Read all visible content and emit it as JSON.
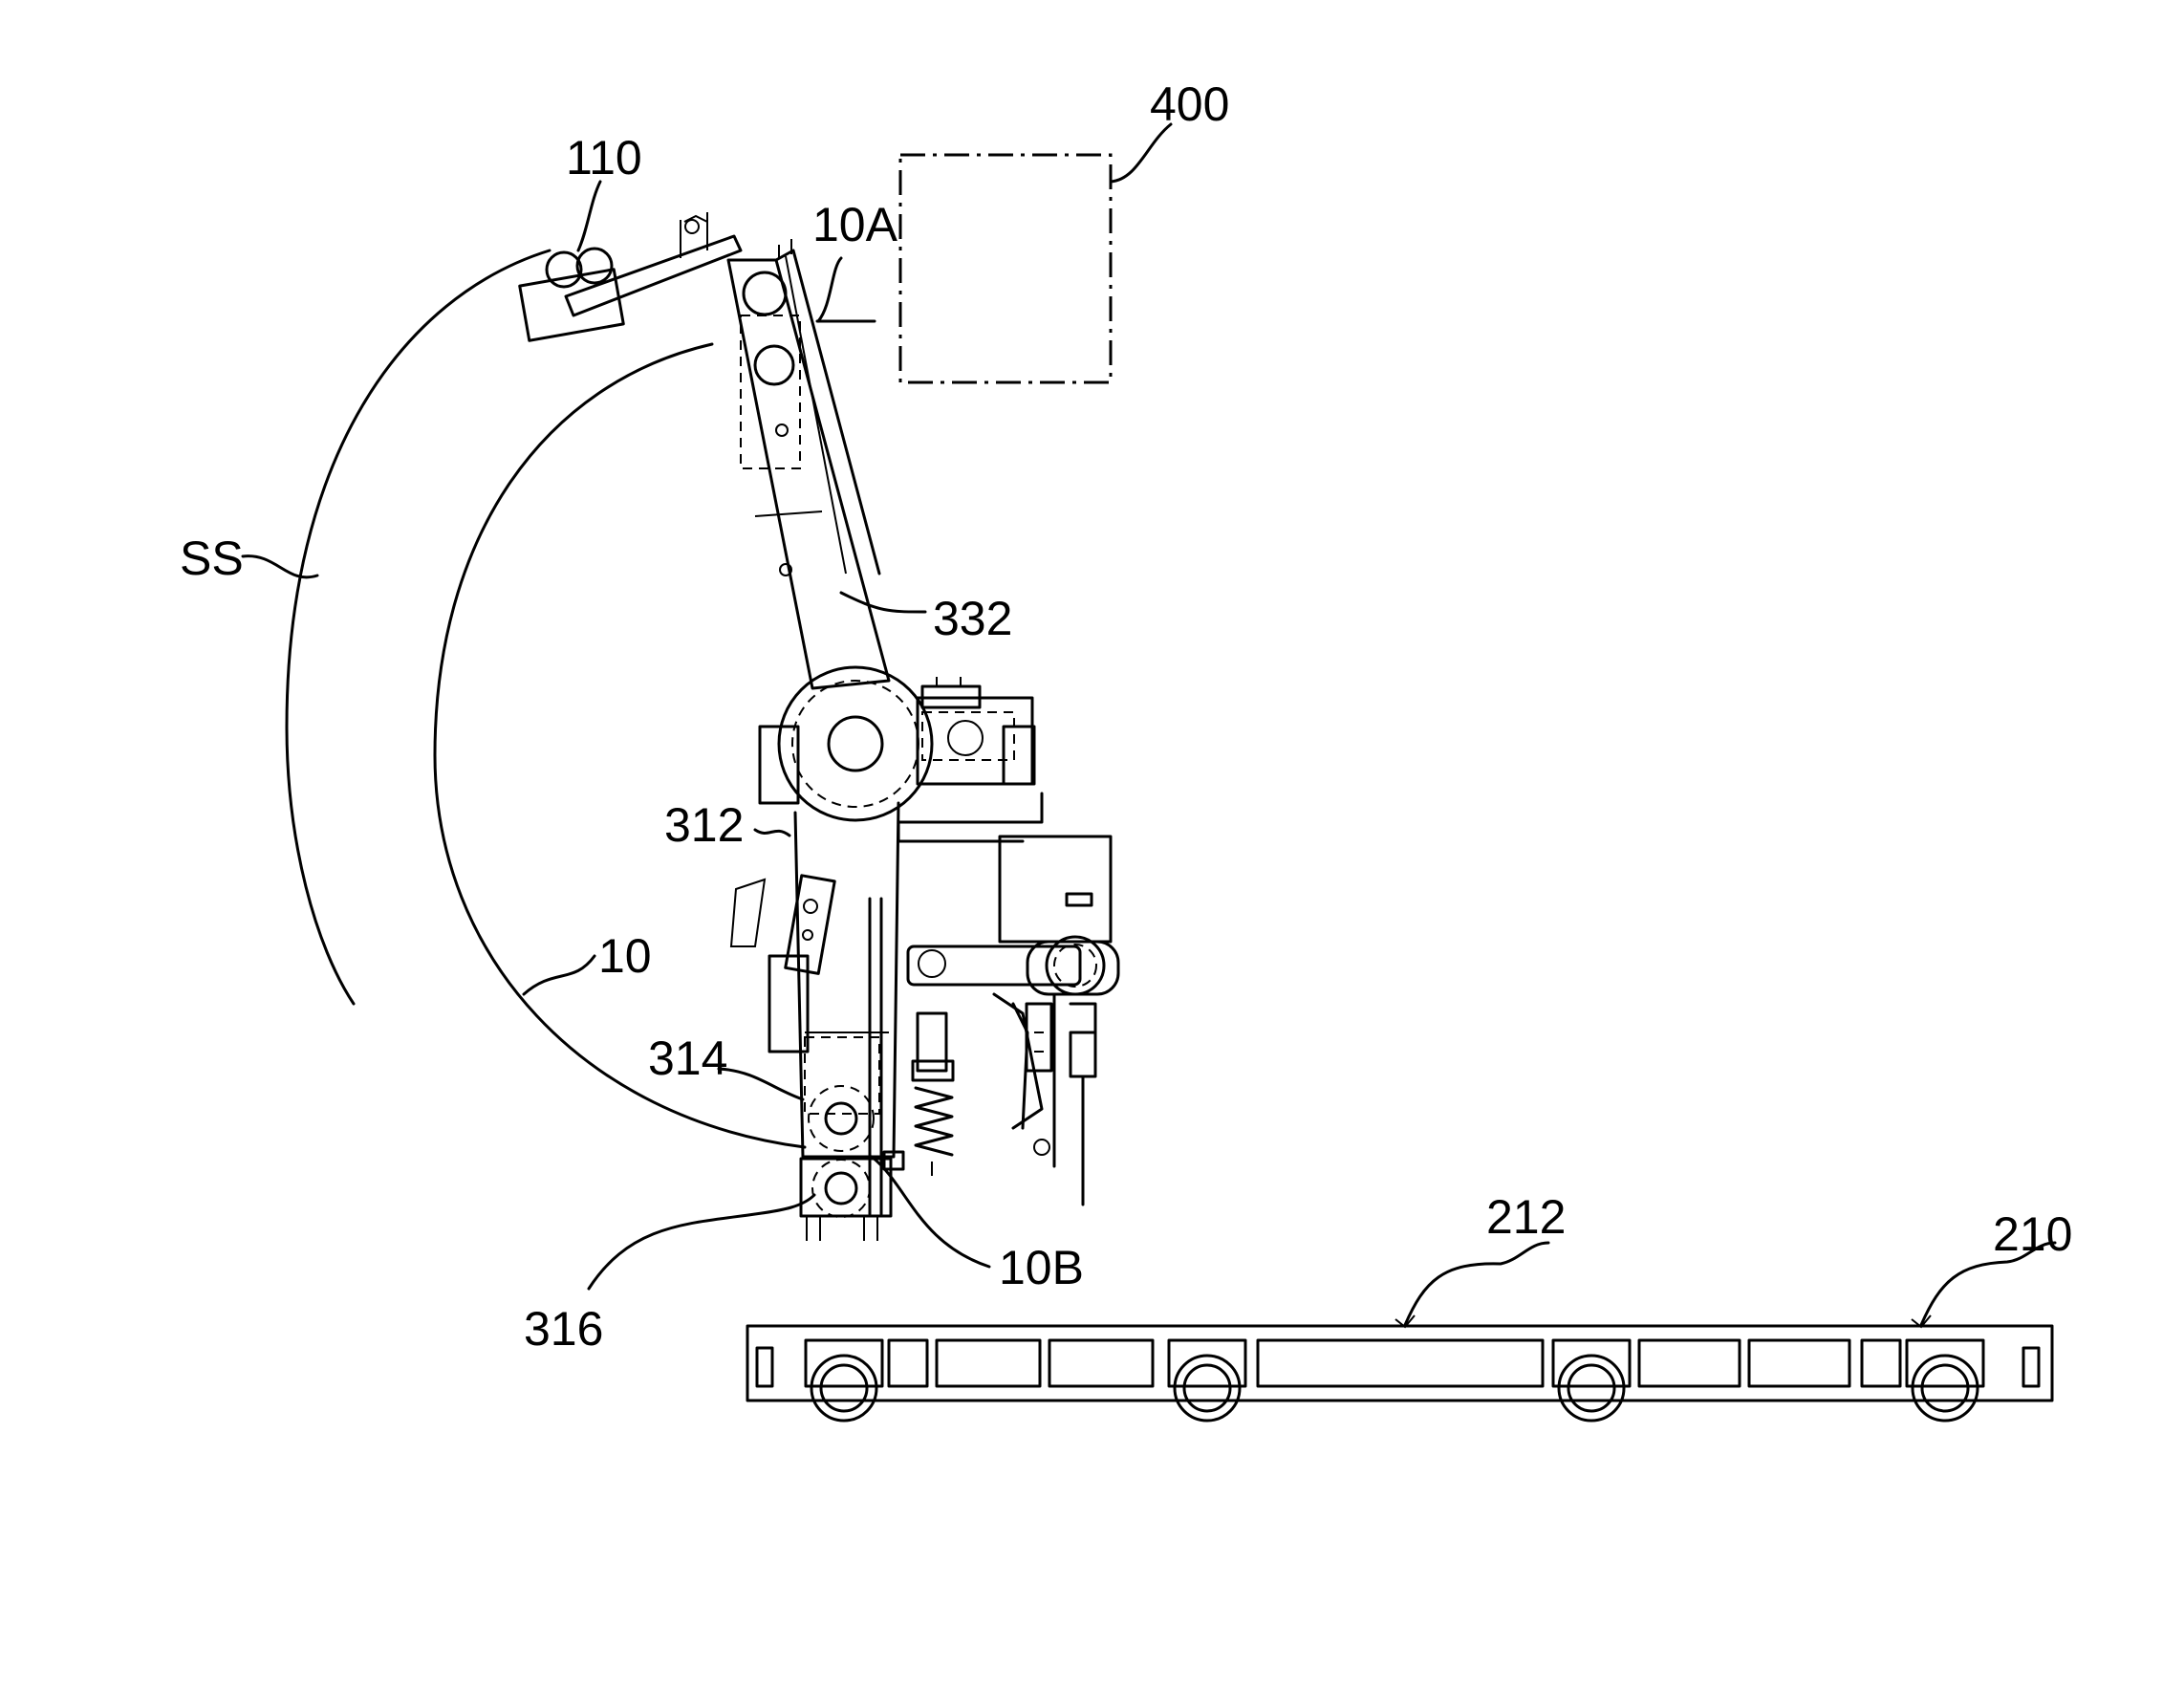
{
  "labels": {
    "ref_400": "400",
    "ref_110": "110",
    "ref_10A": "10A",
    "ref_SS": "SS",
    "ref_332": "332",
    "ref_312": "312",
    "ref_10": "10",
    "ref_314": "314",
    "ref_10B": "10B",
    "ref_316": "316",
    "ref_212": "212",
    "ref_210": "210"
  }
}
